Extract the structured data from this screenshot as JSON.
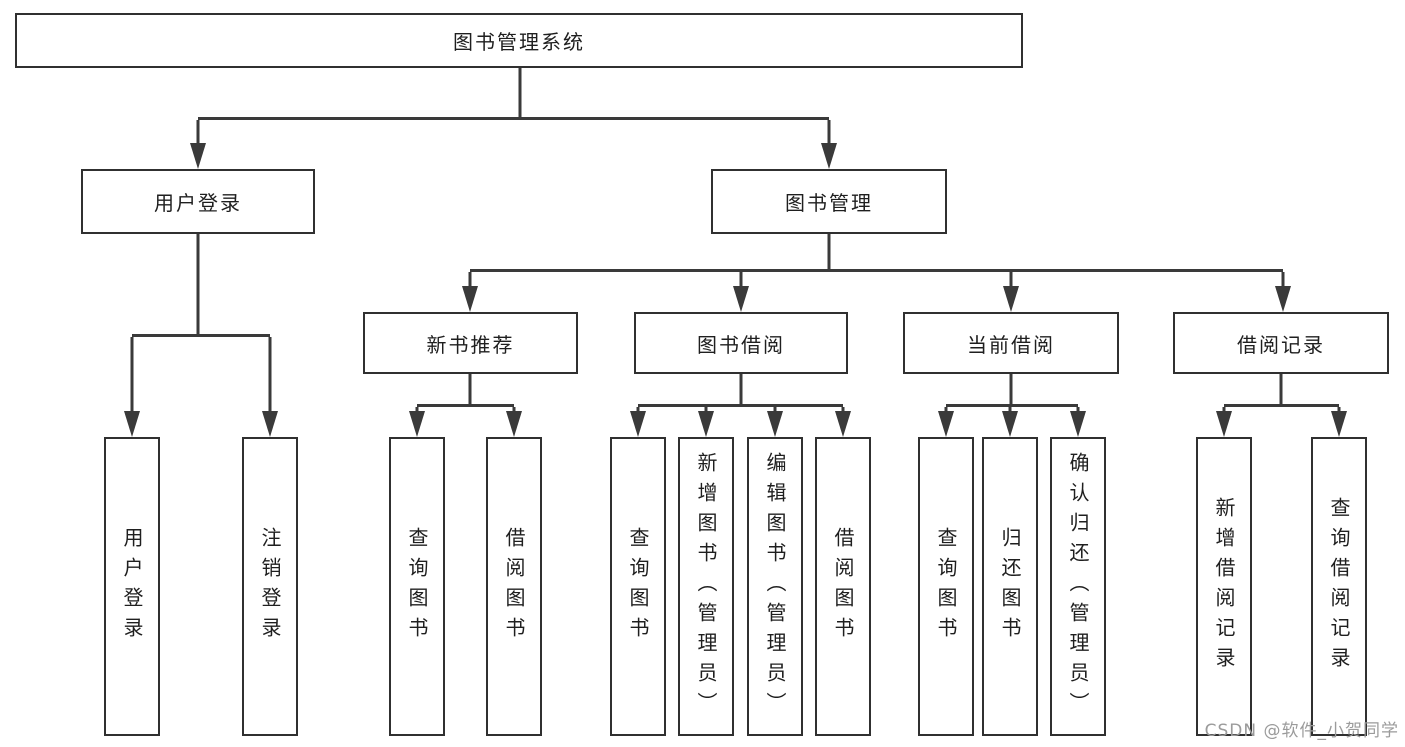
{
  "colors": {
    "line": "#3a3a3a",
    "box_border": "#303030",
    "text": "#1f1f1f",
    "watermark": "#9b9b9b",
    "bg": "#ffffff"
  },
  "diagram_type": "hierarchy-tree",
  "nodes": {
    "root": {
      "label": "图书管理系统"
    },
    "level2": [
      {
        "label": "用户登录"
      },
      {
        "label": "图书管理"
      }
    ],
    "level3": [
      {
        "label": "新书推荐",
        "parent": "图书管理"
      },
      {
        "label": "图书借阅",
        "parent": "图书管理"
      },
      {
        "label": "当前借阅",
        "parent": "图书管理"
      },
      {
        "label": "借阅记录",
        "parent": "图书管理"
      }
    ],
    "leaves": [
      {
        "label": "用户登录",
        "parent": "用户登录"
      },
      {
        "label": "注销登录",
        "parent": "用户登录"
      },
      {
        "label": "查询图书",
        "parent": "新书推荐"
      },
      {
        "label": "借阅图书",
        "parent": "新书推荐"
      },
      {
        "label": "查询图书",
        "parent": "图书借阅"
      },
      {
        "label": "新增图书（管理员）",
        "parent": "图书借阅"
      },
      {
        "label": "编辑图书（管理员）",
        "parent": "图书借阅"
      },
      {
        "label": "借阅图书",
        "parent": "图书借阅"
      },
      {
        "label": "查询图书",
        "parent": "当前借阅"
      },
      {
        "label": "归还图书",
        "parent": "当前借阅"
      },
      {
        "label": "确认归还（管理员）",
        "parent": "当前借阅"
      },
      {
        "label": "新增借阅记录",
        "parent": "借阅记录"
      },
      {
        "label": "查询借阅记录",
        "parent": "借阅记录"
      }
    ]
  },
  "watermark": {
    "text": "CSDN @软件_小贺同学"
  }
}
